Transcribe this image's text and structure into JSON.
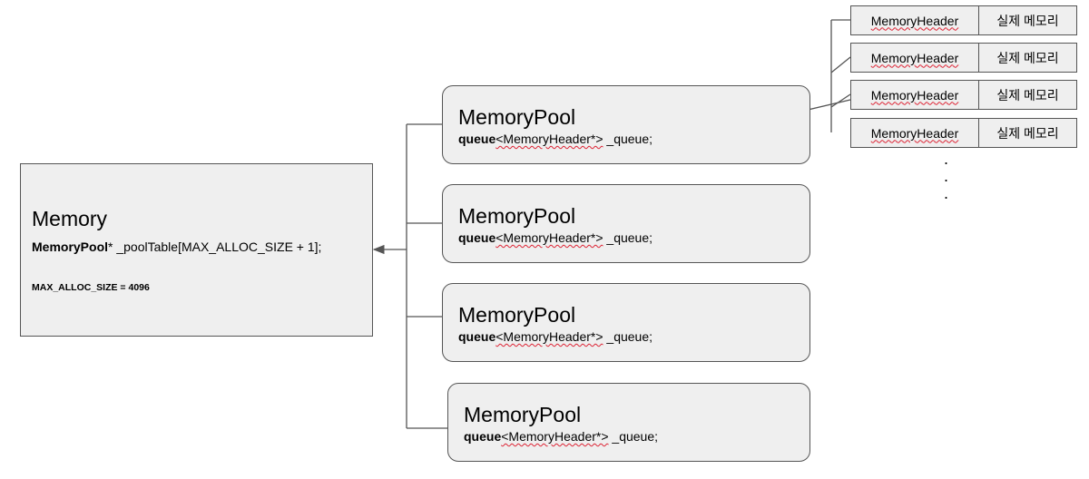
{
  "memory": {
    "title": "Memory",
    "decl_type": "MemoryPool",
    "decl_rest": "* _poolTable[MAX_ALLOC_SIZE + 1];",
    "const_text": "MAX_ALLOC_SIZE = 4096"
  },
  "pools": [
    {
      "title": "MemoryPool",
      "decl_kw": "queue",
      "decl_type": "<MemoryHeader*>",
      "decl_rest": " _queue;"
    },
    {
      "title": "MemoryPool",
      "decl_kw": "queue",
      "decl_type": "<MemoryHeader*>",
      "decl_rest": " _queue;"
    },
    {
      "title": "MemoryPool",
      "decl_kw": "queue",
      "decl_type": "<MemoryHeader*>",
      "decl_rest": " _queue;"
    },
    {
      "title": "MemoryPool",
      "decl_kw": "queue",
      "decl_type": "<MemoryHeader*>",
      "decl_rest": " _queue;"
    }
  ],
  "headers": [
    {
      "left": "MemoryHeader",
      "right": "실제 메모리"
    },
    {
      "left": "MemoryHeader",
      "right": "실제 메모리"
    },
    {
      "left": "MemoryHeader",
      "right": "실제 메모리"
    },
    {
      "left": "MemoryHeader",
      "right": "실제 메모리"
    }
  ],
  "ellipsis": ".",
  "colors": {
    "box_fill": "#efefef",
    "border": "#555555",
    "line": "#555555",
    "spell_underline": "#dd2233"
  }
}
